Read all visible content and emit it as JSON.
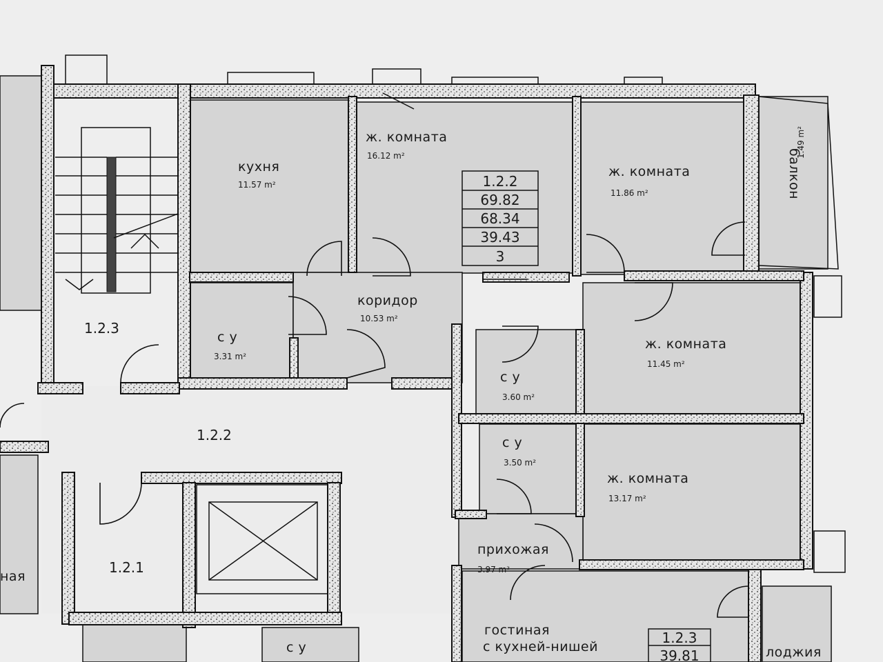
{
  "rooms": {
    "kitchen": {
      "name": "кухня",
      "area": "11.57 m²"
    },
    "living1": {
      "name": "ж. комната",
      "area": "16.12 m²"
    },
    "living2": {
      "name": "ж. комната",
      "area": "11.86 m²"
    },
    "balcony": {
      "name": "балкон",
      "area": "1.49 m²"
    },
    "corridor": {
      "name": "коридор",
      "area": "10.53 m²"
    },
    "bath1": {
      "name": "с у",
      "area": "3.31 m²"
    },
    "bath2": {
      "name": "с у",
      "area": "3.60 m²"
    },
    "bath3": {
      "name": "с у",
      "area": "3.50 m²"
    },
    "living3": {
      "name": "ж. комната",
      "area": "11.45 m²"
    },
    "living4": {
      "name": "ж. комната",
      "area": "13.17 m²"
    },
    "hall": {
      "name": "прихожая",
      "area": "3.97 m²"
    },
    "lounge": {
      "name_line1": "гостиная",
      "name_line2": "с кухней-нишей"
    },
    "loggia": {
      "name": "лоджия"
    },
    "bath_bottom": {
      "name": "с у"
    },
    "left_partial": {
      "name": "ная"
    }
  },
  "zones": {
    "z123": "1.2.3",
    "z122": "1.2.2",
    "z121": "1.2.1"
  },
  "apartment_table": [
    "1.2.2",
    "69.82",
    "68.34",
    "39.43",
    "3"
  ],
  "apartment_table_2": [
    "1.2.3",
    "39.81"
  ],
  "colors": {
    "wall": "#111111",
    "room": "#d5d5d5",
    "paper": "#eeeeee"
  }
}
